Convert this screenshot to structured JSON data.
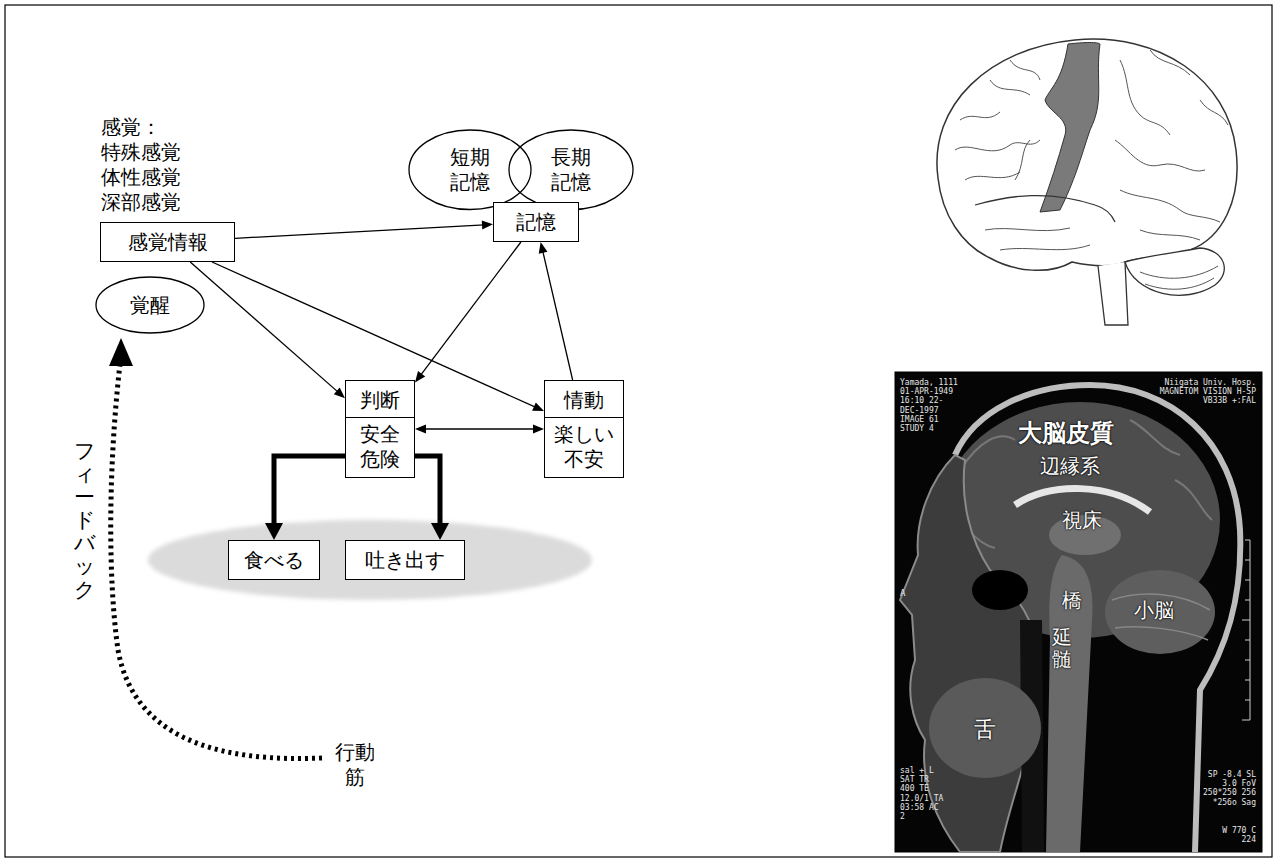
{
  "diagram": {
    "nodes": [
      {
        "text": [
          "感覚： 特殊感覚 体性感覚 深部感覚",
          "感覚情報"
        ]
      },
      {
        "text": [
          "覚醒"
        ]
      },
      {
        "text": [
          "短期 記憶"
        ]
      },
      {
        "text": [
          "長期 記憶"
        ]
      },
      {
        "text": [
          "記憶"
        ]
      },
      {
        "text": [
          "判断",
          "安全 危険"
        ]
      },
      {
        "text": [
          "情動",
          "楽しい 不安"
        ]
      },
      {
        "text": [
          "食べる"
        ]
      },
      {
        "text": [
          "吐き出す"
        ]
      }
    ],
    "edges": [
      {
        "from": 0,
        "to": 4,
        "arrow": "to"
      },
      {
        "from": 6,
        "to": 4,
        "arrow": "to"
      },
      {
        "from": 0,
        "to": 5,
        "arrow": "to"
      },
      {
        "from": 4,
        "to": 5,
        "arrow": "to"
      },
      {
        "from": 0,
        "to": 6,
        "arrow": "to"
      },
      {
        "from": 5,
        "to": 6,
        "arrow": "both"
      },
      {
        "from": 5,
        "to": 7,
        "arrow": "to"
      },
      {
        "from": 5,
        "to": 8,
        "arrow": "to"
      }
    ],
    "labels": [
      "フィードバック",
      "行動 筋",
      "大脳皮質",
      "辺縁系",
      "視床",
      "橋",
      "小脳",
      "延髄",
      "舌",
      "Yamada, 1111 01-APR-1949 16:10 22-DEC-1997 IMAGE 61 STUDY 4",
      "Niigata Univ. Hosp. MAGNETOM VISION H-SP VB33B +:FAL",
      "A",
      "sal + L SAT TR 400 TE 12.0/1 TA 03:58 AC 2",
      "SP -8.4 SL 3.0 FoV 250*250 256 *256o Sag",
      "W 770 C 224"
    ]
  }
}
